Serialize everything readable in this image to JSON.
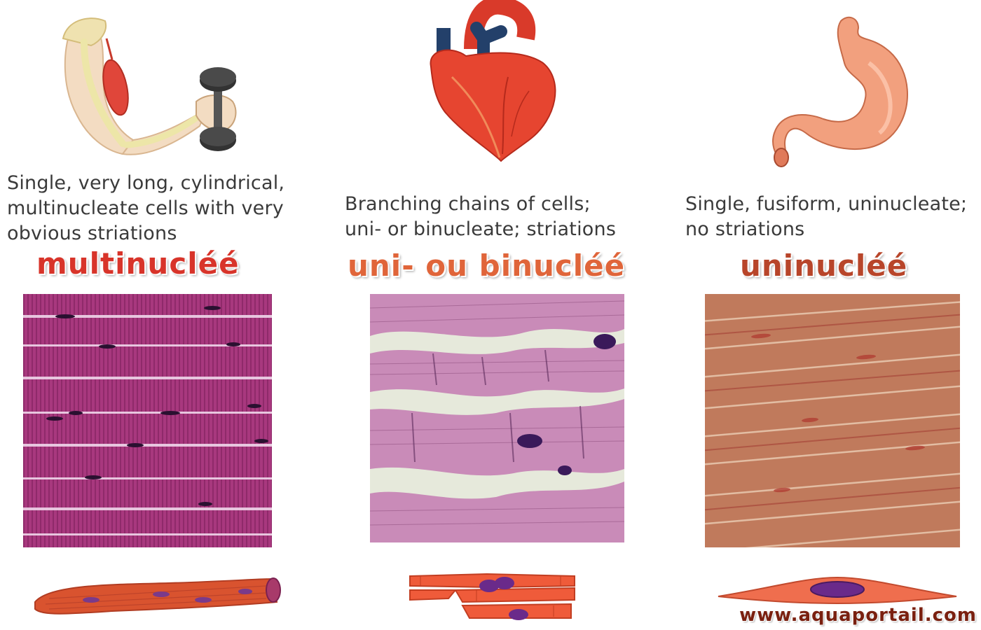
{
  "columns": [
    {
      "description_lines": [
        "Single, very long, cylindrical,",
        "multinucleate cells with very",
        "obvious striations"
      ],
      "french_label": "multinucléé",
      "organ_icon": "arm-with-dumbbell-icon",
      "tissue": "skeletal-muscle-micrograph",
      "cell_icon": "skeletal-fiber-icon"
    },
    {
      "description_lines": [
        "Branching chains of cells;",
        "uni- or binucleate; striations"
      ],
      "french_label": "uni- ou binucléé",
      "organ_icon": "heart-icon",
      "tissue": "cardiac-muscle-micrograph",
      "cell_icon": "cardiac-cells-icon"
    },
    {
      "description_lines": [
        "Single, fusiform, uninucleate;",
        "no striations"
      ],
      "french_label": "uninucléé",
      "organ_icon": "stomach-icon",
      "tissue": "smooth-muscle-micrograph",
      "cell_icon": "smooth-muscle-cell-icon"
    }
  ],
  "watermark": "www.aquaportail.com",
  "colors": {
    "skeletal_stain": "#a8387e",
    "cardiac_stain": "#c98bb8",
    "smooth_stain": "#c07a5c",
    "muscle_red": "#d9412c",
    "nucleus_purple": "#5a2a86"
  }
}
